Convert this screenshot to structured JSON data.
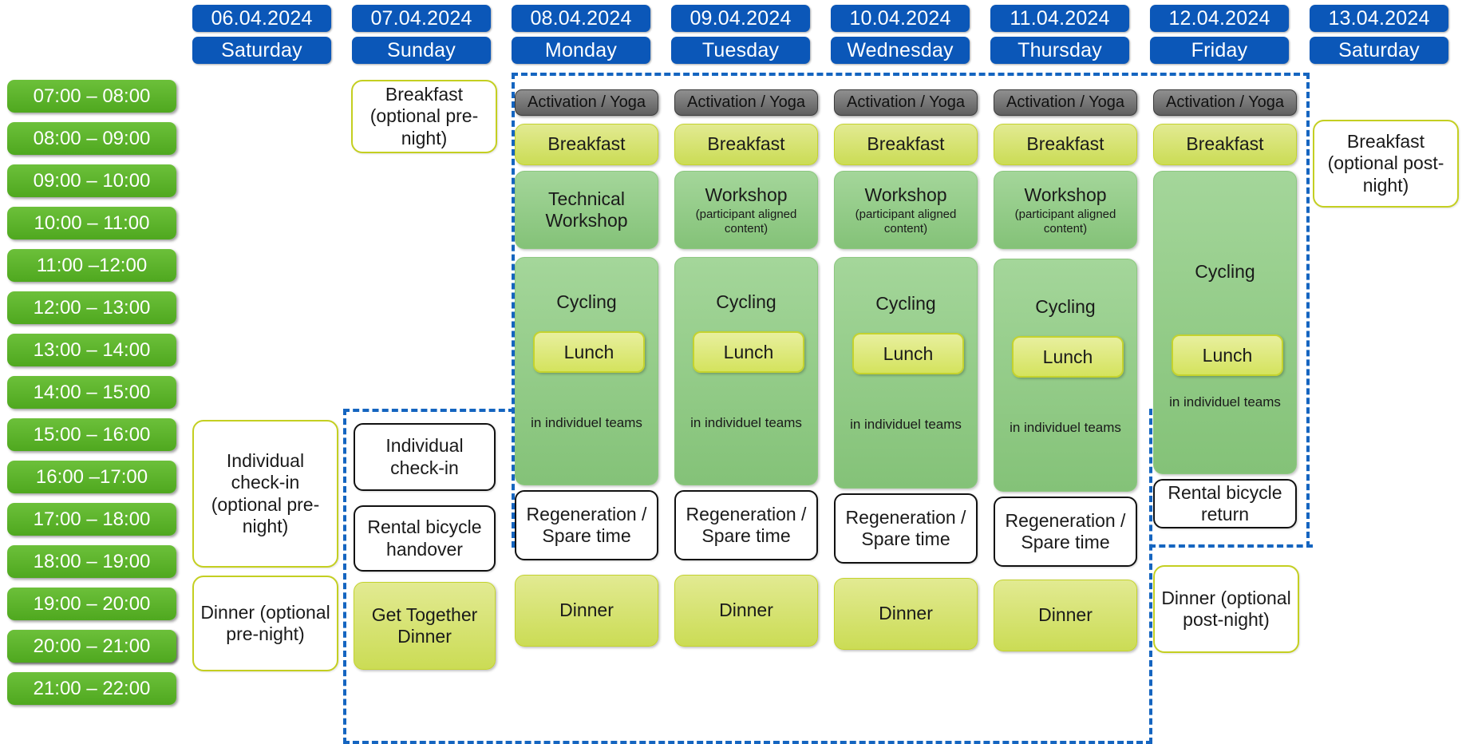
{
  "header": {
    "days": [
      {
        "date": "06.04.2024",
        "weekday": "Saturday"
      },
      {
        "date": "07.04.2024",
        "weekday": "Sunday"
      },
      {
        "date": "08.04.2024",
        "weekday": "Monday"
      },
      {
        "date": "09.04.2024",
        "weekday": "Tuesday"
      },
      {
        "date": "10.04.2024",
        "weekday": "Wednesday"
      },
      {
        "date": "11.04.2024",
        "weekday": "Thursday"
      },
      {
        "date": "12.04.2024",
        "weekday": "Friday"
      },
      {
        "date": "13.04.2024",
        "weekday": "Saturday"
      }
    ]
  },
  "time_slots": [
    "07:00 – 08:00",
    "08:00 – 09:00",
    "09:00 – 10:00",
    "10:00 – 11:00",
    "11:00 –12:00",
    "12:00 – 13:00",
    "13:00 – 14:00",
    "14:00 – 15:00",
    "15:00 – 16:00",
    "16:00 –17:00",
    "17:00 – 18:00",
    "18:00 – 19:00",
    "19:00 – 20:00",
    "20:00 – 21:00",
    "21:00 – 22:00"
  ],
  "labels": {
    "activation_yoga": "Activation / Yoga",
    "breakfast": "Breakfast",
    "breakfast_pre_night": "Breakfast (optional pre-night)",
    "breakfast_post_night": "Breakfast (optional post-night)",
    "technical_workshop": "Technical Workshop",
    "workshop": "Workshop",
    "workshop_sub": "(participant aligned content)",
    "cycling": "Cycling",
    "lunch": "Lunch",
    "in_individual_teams": "in individuel teams",
    "regeneration": "Regeneration / Spare time",
    "dinner": "Dinner",
    "dinner_pre_night": "Dinner (optional pre-night)",
    "dinner_post_night": "Dinner (optional post-night)",
    "individual_checkin": "Individual check-in",
    "individual_checkin_pre_night": "Individual check-in (optional pre-night)",
    "rental_bicycle_handover": "Rental bicycle handover",
    "rental_bicycle_return": "Rental bicycle return",
    "get_together_dinner": "Get Together Dinner"
  },
  "colors": {
    "header_blue": "#0b57b8",
    "timeslot_green": "#4fa81f",
    "meal_lime": "#cbdc55",
    "activity_green": "#84c278",
    "yoga_gray": "#5f5f5f",
    "optional_border": "#c4cf21",
    "dashed_blue": "#1565c0"
  }
}
